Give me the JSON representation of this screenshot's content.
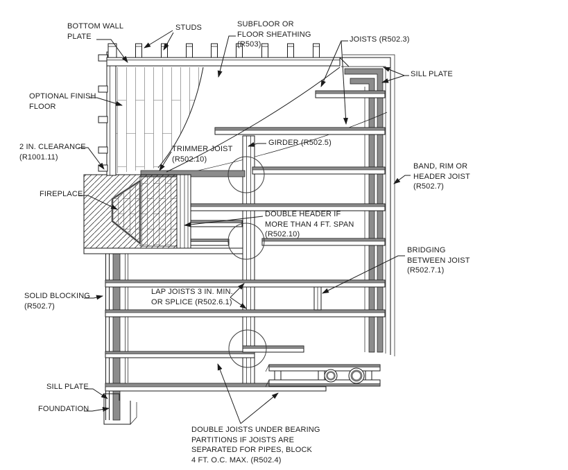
{
  "figure": {
    "type": "architectural line drawing",
    "subject": "Cutaway detail of wood floor framing at a fireplace, girder and foundation with residential code references",
    "colors": {
      "line": "#1a1a1a",
      "shade": "#8c8c8c",
      "background": "#ffffff"
    }
  },
  "labels": {
    "bottom_wall_plate": "BOTTOM WALL\nPLATE",
    "studs": "STUDS",
    "subfloor": "SUBFLOOR OR\nFLOOR SHEATHING\n(R503)",
    "joists": "JOISTS (R502.3)",
    "sill_plate_right": "SILL PLATE",
    "optional_finish_floor": "OPTIONAL FINISH\nFLOOR",
    "clearance": "2 IN. CLEARANCE\n(R1001.11)",
    "trimmer_joist": "TRIMMER JOIST\n(R502.10)",
    "girder": "GIRDER (R502.5)",
    "band_rim": "BAND, RIM OR\nHEADER JOIST\n(R502.7)",
    "fireplace": "FIREPLACE",
    "double_header": "DOUBLE HEADER IF\nMORE THAN 4 FT. SPAN\n(R502.10)",
    "bridging": "BRIDGING\nBETWEEN JOIST\n(R502.7.1)",
    "solid_blocking": "SOLID BLOCKING\n(R502.7)",
    "lap_joists": "LAP JOISTS 3 IN. MIN.\nOR SPLICE (R502.6.1)",
    "sill_plate_bottom": "SILL PLATE",
    "foundation": "FOUNDATION",
    "double_joists": "DOUBLE JOISTS UNDER BEARING\nPARTITIONS IF JOISTS ARE\nSEPARATED FOR PIPES, BLOCK\n4 FT. O.C. MAX. (R502.4)"
  }
}
